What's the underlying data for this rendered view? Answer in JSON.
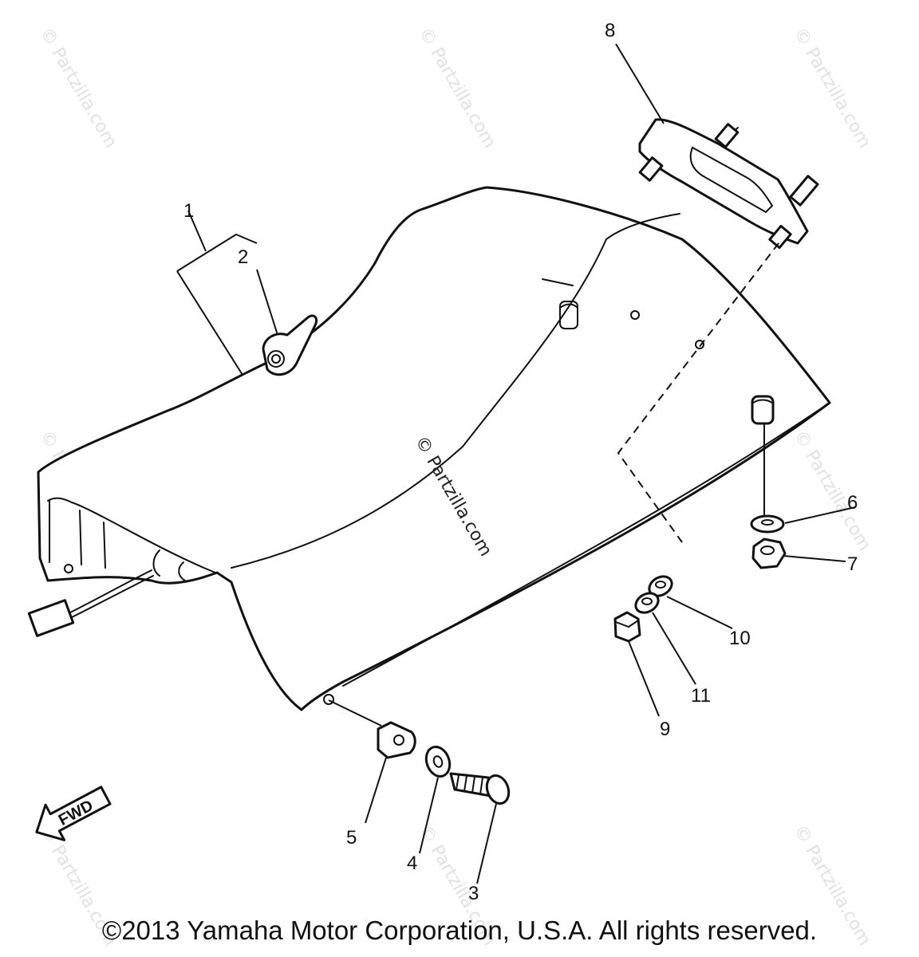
{
  "callouts": [
    {
      "id": "1",
      "label": "1"
    },
    {
      "id": "2",
      "label": "2"
    },
    {
      "id": "3",
      "label": "3"
    },
    {
      "id": "4",
      "label": "4"
    },
    {
      "id": "5",
      "label": "5"
    },
    {
      "id": "6",
      "label": "6"
    },
    {
      "id": "7",
      "label": "7"
    },
    {
      "id": "8",
      "label": "8"
    },
    {
      "id": "9",
      "label": "9"
    },
    {
      "id": "10",
      "label": "10"
    },
    {
      "id": "11",
      "label": "11"
    }
  ],
  "direction_arrow": {
    "label": "FWD"
  },
  "watermark": {
    "text": "© Partzilla.com"
  },
  "footer": {
    "copyright": "©2013 Yamaha Motor Corporation, U.S.A. All rights reserved."
  },
  "colors": {
    "line": "#111111",
    "background": "#ffffff",
    "watermark": "#e2e2e2"
  }
}
